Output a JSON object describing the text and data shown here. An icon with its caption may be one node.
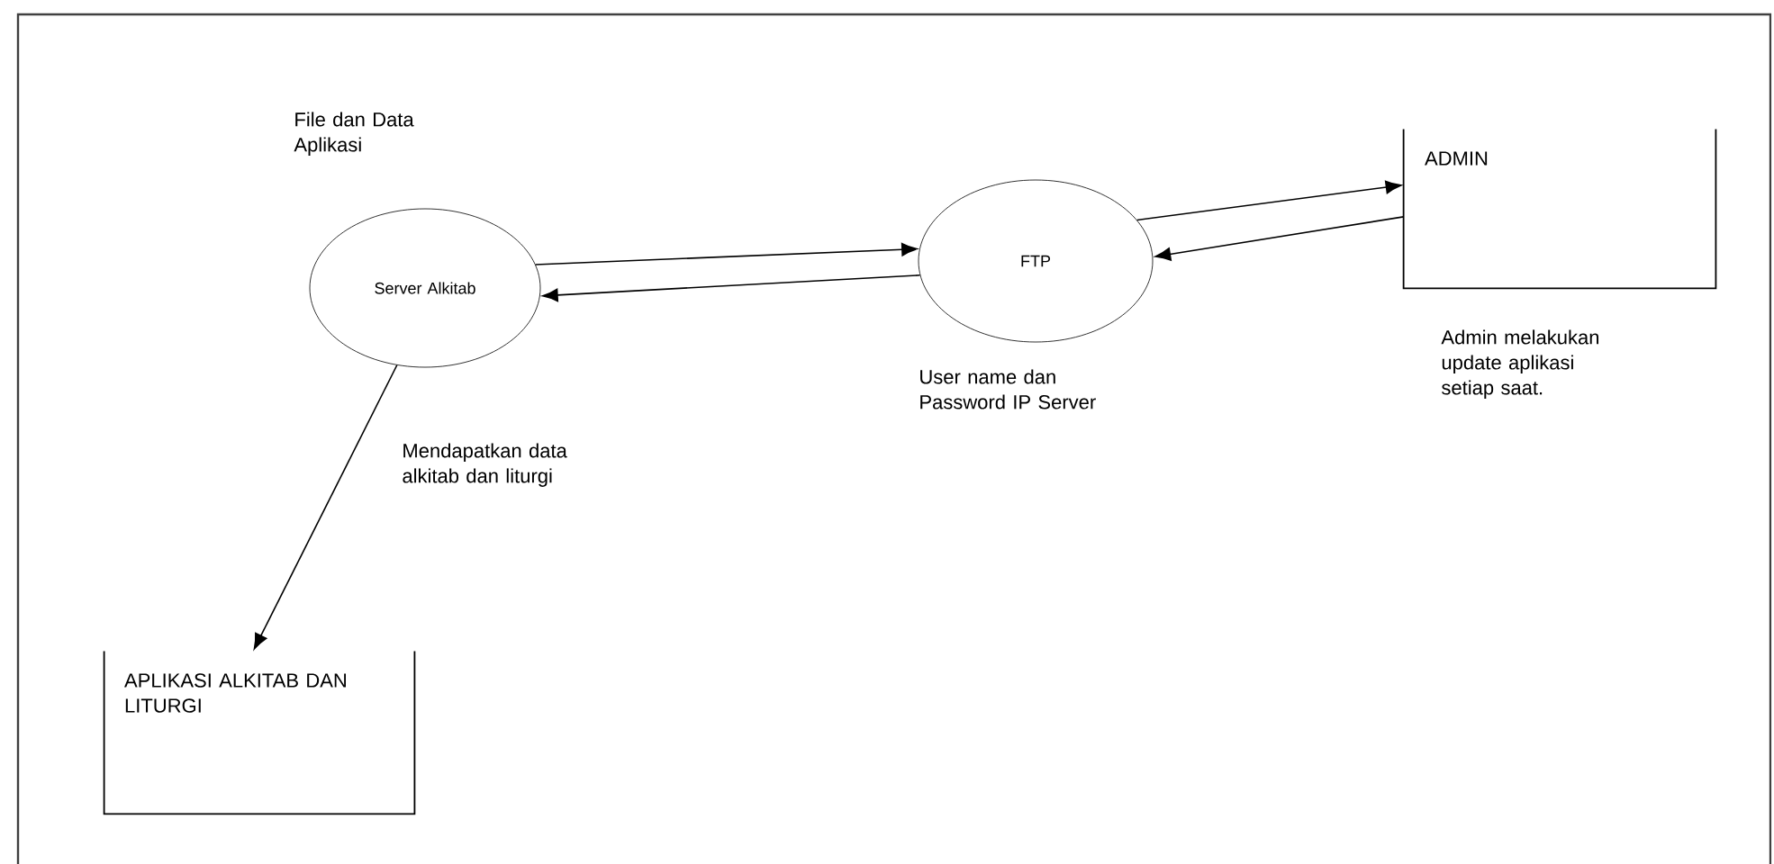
{
  "diagram": {
    "nodes": [
      {
        "text": [
          "Server Alkitab"
        ],
        "beside": [
          "File dan Data Aplikasi"
        ]
      },
      {
        "text": [
          "FTP"
        ],
        "beside": [
          "User name dan Password IP Server"
        ]
      },
      {
        "text": [
          "ADMIN"
        ],
        "beside": [
          "Admin melakukan update aplikasi setiap saat."
        ]
      },
      {
        "text": [
          "APLIKASI ALKITAB DAN LITURGI"
        ]
      }
    ],
    "edges": [
      {
        "from": 0,
        "to": 1,
        "arrow": "to"
      },
      {
        "from": 1,
        "to": 0,
        "arrow": "to"
      },
      {
        "from": 1,
        "to": 2,
        "arrow": "to"
      },
      {
        "from": 2,
        "to": 1,
        "arrow": "to"
      },
      {
        "from": 0,
        "to": 3,
        "arrow": "to",
        "label": "Mendapatkan data alkitab dan liturgi"
      }
    ]
  }
}
